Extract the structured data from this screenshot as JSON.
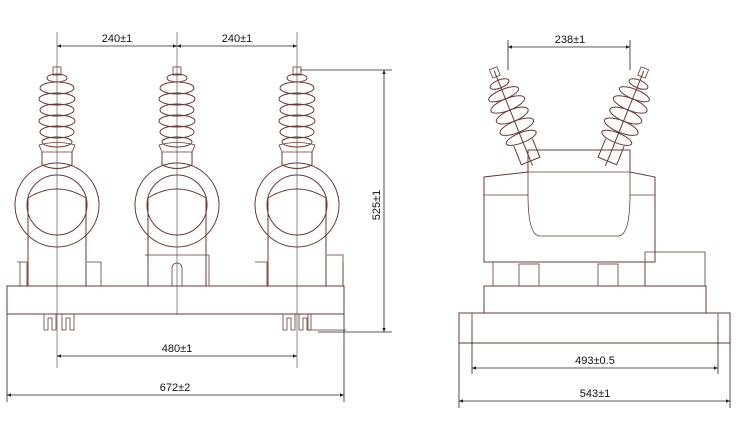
{
  "front_view": {
    "dim_pitch_left": "240±1",
    "dim_pitch_right": "240±1",
    "dim_height": "525±1",
    "dim_outer_pitch": "480±1",
    "dim_base_width": "672±2"
  },
  "side_view": {
    "dim_bushing_spacing": "238±1",
    "dim_mount_width": "493±0.5",
    "dim_base_width": "543±1"
  }
}
